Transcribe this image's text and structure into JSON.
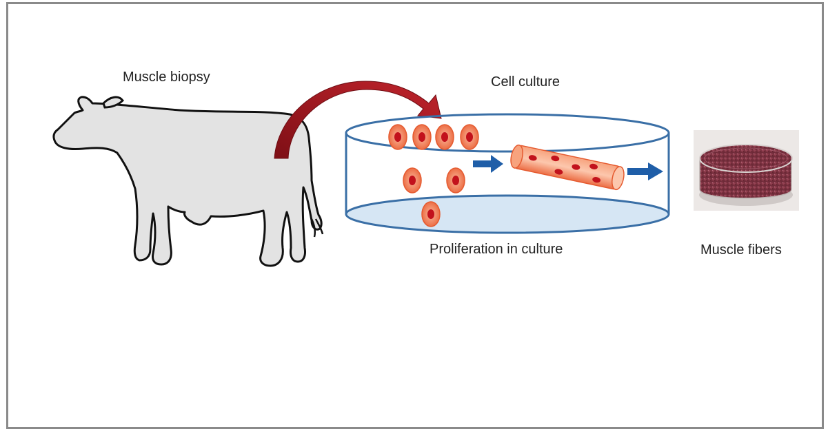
{
  "labels": {
    "biopsy": "Muscle biopsy",
    "culture": "Cell culture",
    "proliferation": "Proliferation in culture",
    "fibers": "Muscle fibers"
  },
  "colors": {
    "cow_fill": "#e3e3e3",
    "cow_stroke": "#111111",
    "biopsy_arrow": "#a11820",
    "dish_stroke": "#3a6fa6",
    "dish_base": "#d6e6f4",
    "cell_outer": "#ef7a52",
    "cell_inner": "#f7a887",
    "cell_nucleus": "#c2121c",
    "process_arrow": "#1f5ea8",
    "fiber_dish_meat": "#8a3a4a"
  },
  "icons": {
    "cow": "cow-silhouette-icon",
    "biopsy_arrow": "curved-arrow-icon",
    "dish": "petri-dish-icon",
    "fiber": "muscle-fiber-icon",
    "product": "meat-dish-icon"
  }
}
